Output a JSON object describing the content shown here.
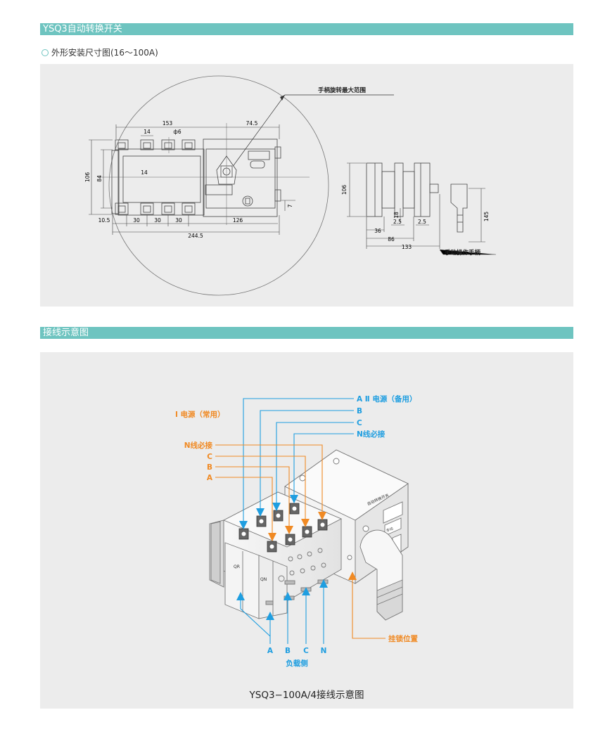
{
  "section1": {
    "title": "YSQ3自动转换开关",
    "subtitle": "外形安装尺寸图(16～100A)"
  },
  "dims": {
    "handle_range": "手柄旋转最大范围",
    "d153": "153",
    "d745": "74.5",
    "d14top": "14",
    "dphi6": "ф6",
    "d14mid": "14",
    "d106": "106",
    "d84": "84",
    "d7": "7",
    "d105": "10.5",
    "d30a": "30",
    "d30b": "30",
    "d30c": "30",
    "d126": "126",
    "d2445": "244.5",
    "s106": "106",
    "s18": "18",
    "s25a": "2.5",
    "s25b": "2.5",
    "s36": "36",
    "s86": "86",
    "s133": "133",
    "s145": "145",
    "manual_handle": "手动操作手柄"
  },
  "section2": {
    "title": "接线示意图",
    "caption": "YSQ3−100A/4接线示意图"
  },
  "wiring": {
    "backup_a": "A Ⅱ 电源（备用）",
    "backup_b": "B",
    "backup_c": "C",
    "backup_n": "N线必接",
    "main_src": "Ⅰ 电源（常用）",
    "main_n": "N线必接",
    "main_c": "C",
    "main_b": "B",
    "main_a": "A",
    "lock": "挂锁位置",
    "load_a": "A",
    "load_b": "B",
    "load_c": "C",
    "load_n": "N",
    "load_side": "负载侧",
    "lbl_qr": "QR",
    "lbl_qn": "QN",
    "device_name": "自动转换开关",
    "btn": "手动"
  },
  "colors": {
    "accent": "#6ec4c0",
    "panel": "#ececec",
    "blue": "#1f9ee0",
    "orange": "#f08a24"
  }
}
